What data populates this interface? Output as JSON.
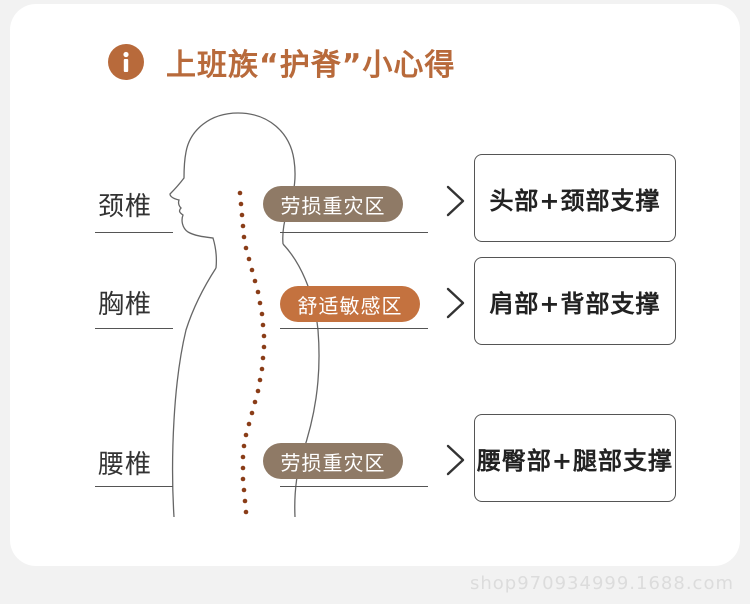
{
  "title": "上班族“护脊”小心得",
  "info_icon": "info-icon",
  "rows": [
    {
      "label": "颈椎",
      "tag": "劳损重灾区",
      "tag_color": "#8f7a66",
      "support": "头部+颈部支撑"
    },
    {
      "label": "胸椎",
      "tag": "舒适敏感区",
      "tag_color": "#c4723f",
      "support": "肩部+背部支撑"
    },
    {
      "label": "腰椎",
      "tag": "劳损重灾区",
      "tag_color": "#8f7a66",
      "support": "腰臀部+腿部支撑"
    }
  ],
  "accent_color": "#b86a3b",
  "watermark": "shop970934999.1688.com"
}
